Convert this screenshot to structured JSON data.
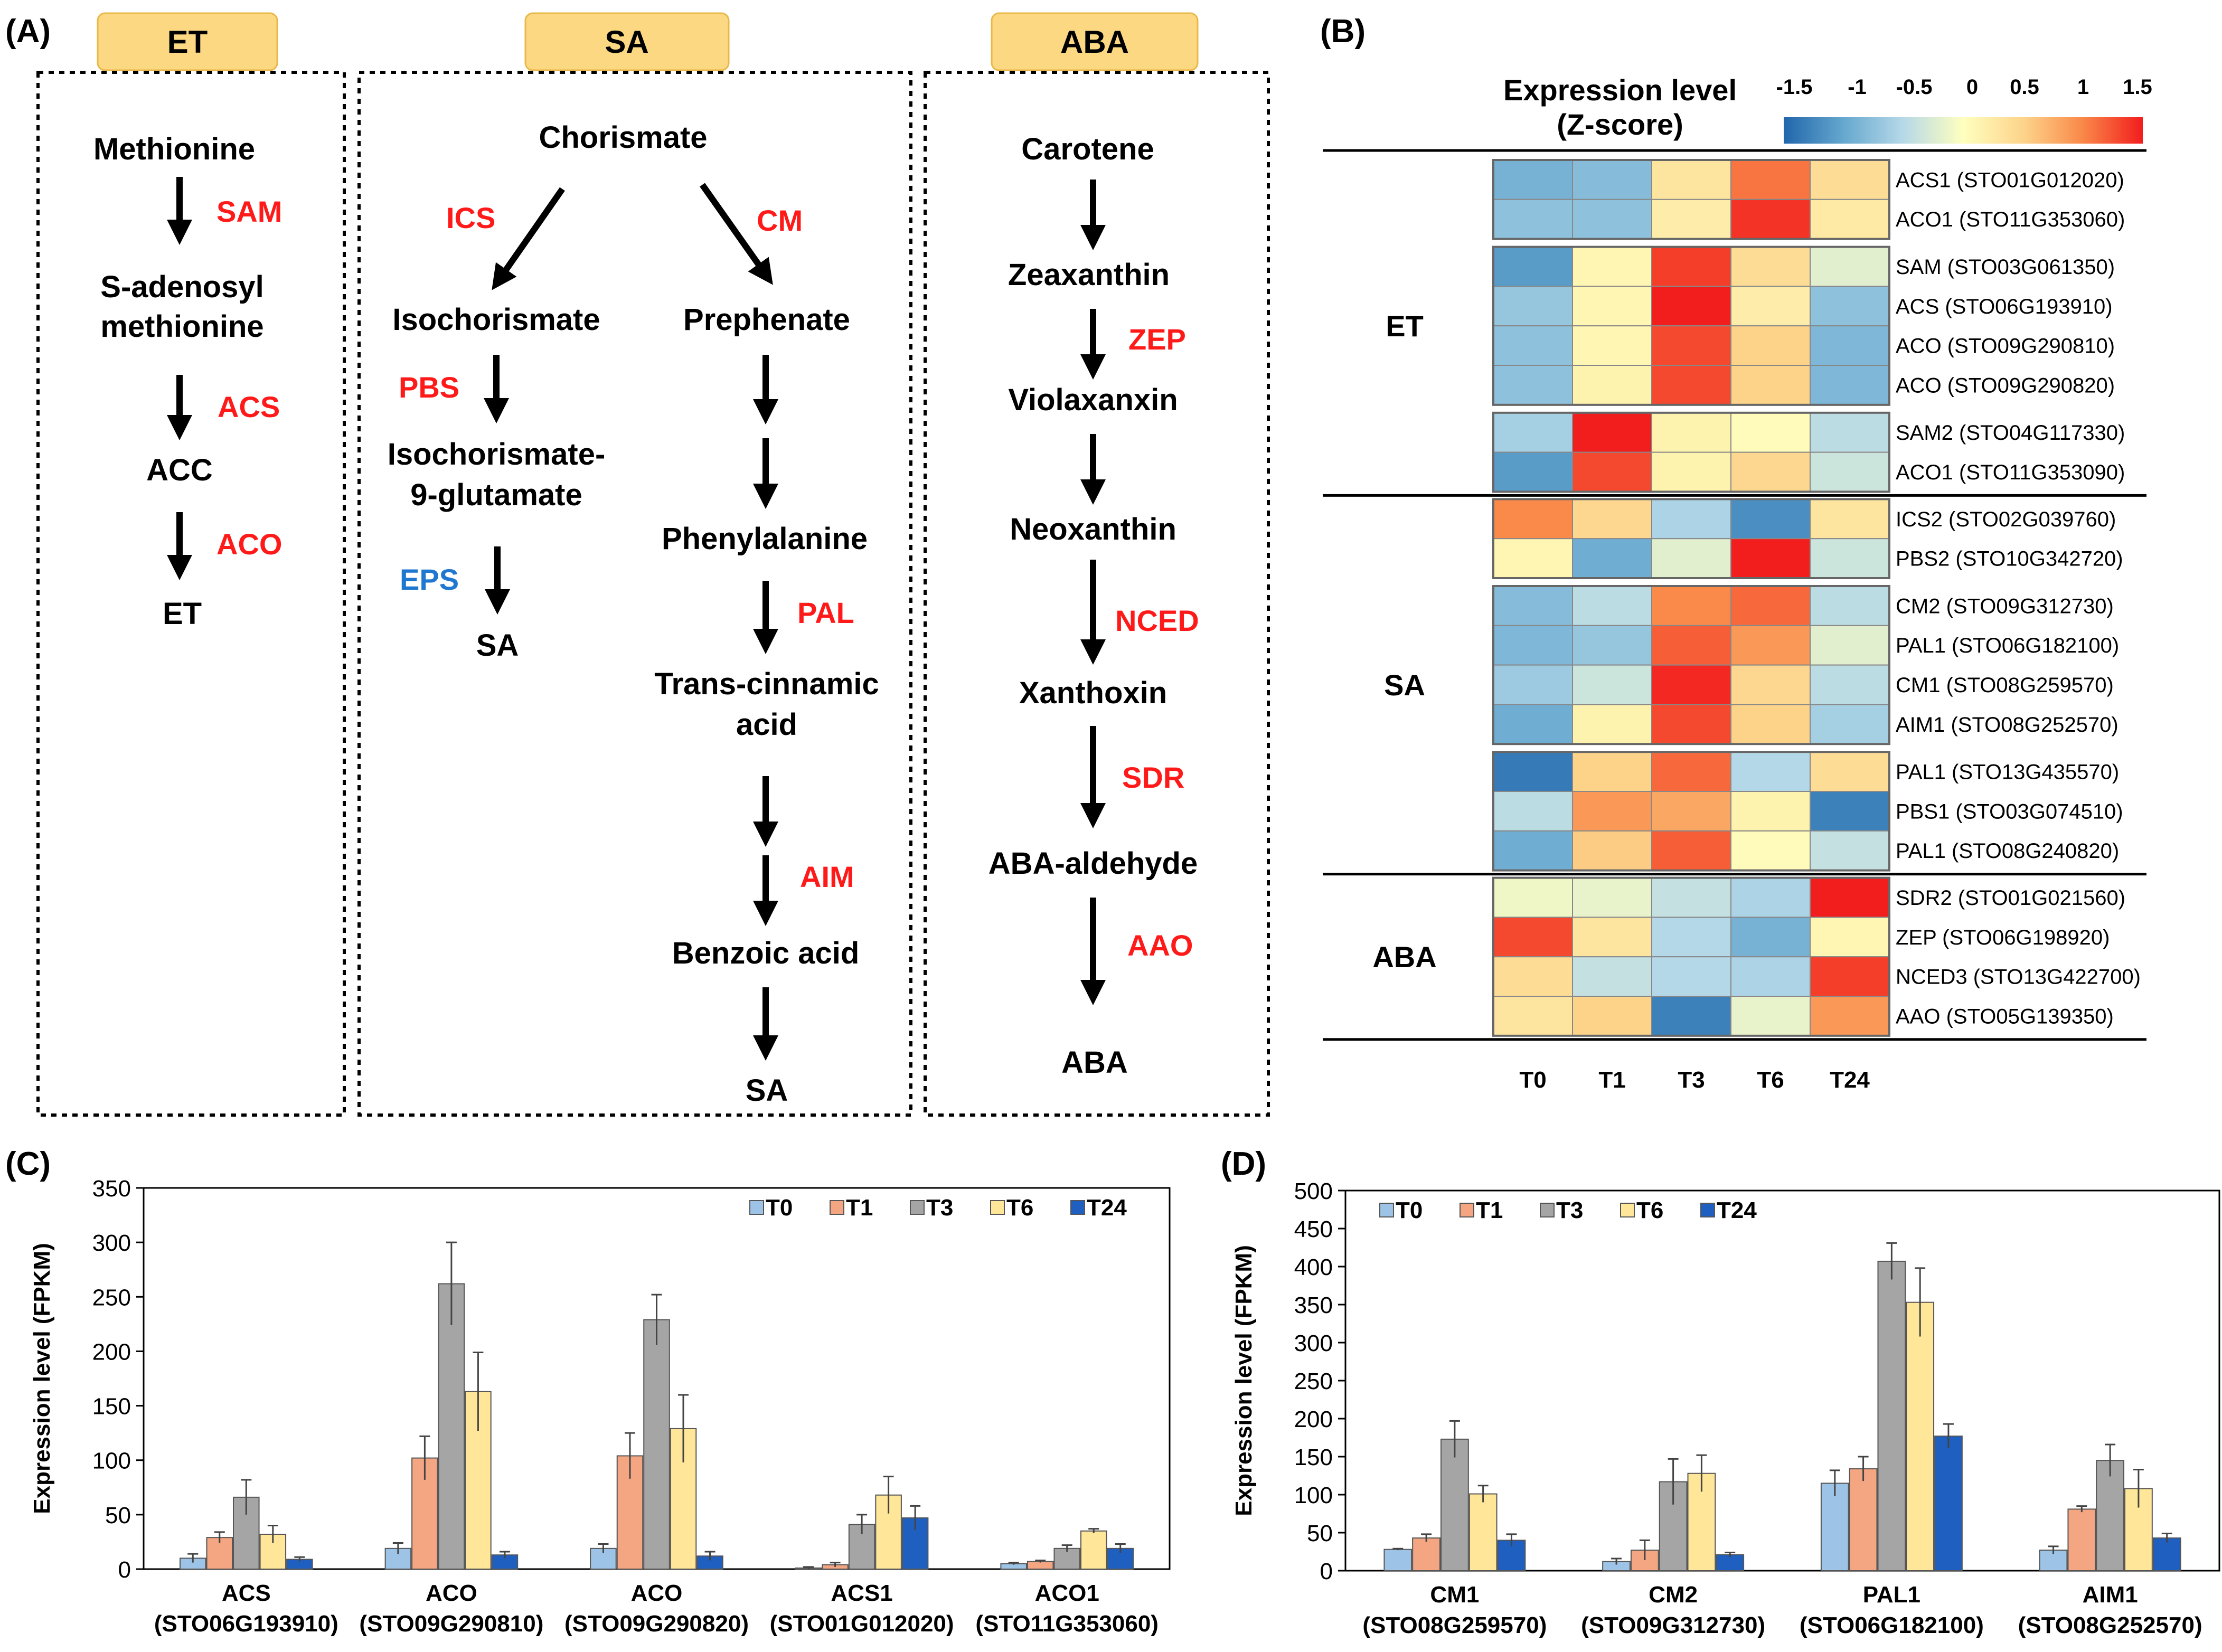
{
  "panel_labels": {
    "a": "(A)",
    "b": "(B)",
    "c": "(C)",
    "d": "(D)"
  },
  "colors": {
    "header_fill": "#FDD882",
    "enzyme_red": "#FF1A1A",
    "enzyme_blue": "#1F77D0",
    "T0": "#9DC3E6",
    "T1": "#F4A582",
    "T3": "#A5A5A5",
    "T6": "#FFE699",
    "T24": "#1F5FBF"
  },
  "pathway": {
    "et": {
      "header": "ET",
      "nodes": {
        "methionine": "Methionine",
        "sadenosyl_1": "S-adenosyl",
        "sadenosyl_2": "methionine",
        "acc": "ACC",
        "et": "ET"
      },
      "enzymes": {
        "sam": "SAM",
        "acs": "ACS",
        "aco": "ACO"
      }
    },
    "sa": {
      "header": "SA",
      "nodes": {
        "chorismate": "Chorismate",
        "isochorismate": "Isochorismate",
        "prephenate": "Prephenate",
        "isoglu_1": "Isochorismate-",
        "isoglu_2": "9-glutamate",
        "sa_left": "SA",
        "phenylalanine": "Phenylalanine",
        "transcin_1": "Trans-cinnamic",
        "transcin_2": "acid",
        "benzoic": "Benzoic acid",
        "sa_right": "SA"
      },
      "enzymes": {
        "ics": "ICS",
        "cm": "CM",
        "pbs": "PBS",
        "eps": "EPS",
        "pal": "PAL",
        "aim": "AIM"
      }
    },
    "aba": {
      "header": "ABA",
      "nodes": {
        "carotene": "Carotene",
        "zeaxanthin": "Zeaxanthin",
        "violaxanxin": "Violaxanxin",
        "neoxanthin": "Neoxanthin",
        "xanthoxin": "Xanthoxin",
        "aba_aldehyde": "ABA-aldehyde",
        "aba": "ABA"
      },
      "enzymes": {
        "zep": "ZEP",
        "nced": "NCED",
        "sdr": "SDR",
        "aao": "AAO"
      }
    }
  },
  "heatmap": {
    "legend_title_1": "Expression level",
    "legend_title_2": "(Z-score)",
    "legend_ticks": [
      "-1.5",
      "-1",
      "-0.5",
      "0",
      "0.5",
      "1",
      "1.5"
    ],
    "columns": [
      "T0",
      "T1",
      "T3",
      "T6",
      "T24"
    ],
    "groups": [
      {
        "label": "ET",
        "blocks": [
          [
            {
              "gene": "ACS1 (STO01G012020)",
              "z": [
                -0.9,
                -0.8,
                0.3,
                1.1,
                0.4
              ]
            },
            {
              "gene": "ACO1 (STO11G353060)",
              "z": [
                -0.75,
                -0.75,
                0.2,
                1.4,
                0.25
              ]
            }
          ],
          [
            {
              "gene": "SAM (STO03G061350)",
              "z": [
                -1.1,
                0.1,
                1.35,
                0.4,
                -0.2
              ]
            },
            {
              "gene": "ACS (STO06G193910)",
              "z": [
                -0.7,
                0.1,
                1.5,
                0.2,
                -0.75
              ]
            },
            {
              "gene": "ACO (STO09G290810)",
              "z": [
                -0.75,
                0.1,
                1.3,
                0.5,
                -0.85
              ]
            },
            {
              "gene": "ACO (STO09G290820)",
              "z": [
                -0.75,
                0.15,
                1.3,
                0.5,
                -0.85
              ]
            }
          ],
          [
            {
              "gene": "SAM2 (STO04G117330)",
              "z": [
                -0.6,
                1.5,
                0.15,
                0.05,
                -0.45
              ]
            },
            {
              "gene": "ACO1 (STO11G353090)",
              "z": [
                -1.1,
                1.3,
                0.15,
                0.45,
                -0.35
              ]
            }
          ]
        ]
      },
      {
        "label": "SA",
        "blocks": [
          [
            {
              "gene": "ICS2 (STO02G039760)",
              "z": [
                1.0,
                0.45,
                -0.55,
                -1.2,
                0.3
              ]
            },
            {
              "gene": "PBS2 (STO10G342720)",
              "z": [
                0.1,
                -0.95,
                -0.2,
                1.5,
                -0.35
              ]
            }
          ],
          [
            {
              "gene": "CM2 (STO09G312730)",
              "z": [
                -0.8,
                -0.45,
                1.0,
                1.15,
                -0.45
              ]
            },
            {
              "gene": "PAL1 (STO06G182100)",
              "z": [
                -0.85,
                -0.7,
                1.2,
                0.9,
                -0.2
              ]
            },
            {
              "gene": "CM1 (STO08G259570)",
              "z": [
                -0.65,
                -0.35,
                1.45,
                0.45,
                -0.45
              ]
            },
            {
              "gene": "AIM1 (STO08G252570)",
              "z": [
                -0.95,
                0.15,
                1.3,
                0.5,
                -0.6
              ]
            }
          ],
          [
            {
              "gene": "PAL1 (STO13G435570)",
              "z": [
                -1.35,
                0.5,
                1.15,
                -0.5,
                0.4
              ]
            },
            {
              "gene": "PBS1 (STO03G074510)",
              "z": [
                -0.45,
                0.9,
                0.8,
                0.15,
                -1.3
              ]
            },
            {
              "gene": "PAL1 (STO08G240820)",
              "z": [
                -0.95,
                0.55,
                1.2,
                0.05,
                -0.4
              ]
            }
          ]
        ]
      },
      {
        "label": "ABA",
        "blocks": [
          [
            {
              "gene": "SDR2 (STO01G021560)",
              "z": [
                -0.1,
                -0.15,
                -0.4,
                -0.55,
                1.5
              ]
            },
            {
              "gene": "ZEP (STO06G198920)",
              "z": [
                1.3,
                0.3,
                -0.5,
                -0.9,
                0.1
              ]
            },
            {
              "gene": "NCED3 (STO13G422700)",
              "z": [
                0.4,
                -0.4,
                -0.5,
                -0.55,
                1.35
              ]
            },
            {
              "gene": "AAO (STO05G139350)",
              "z": [
                0.3,
                0.5,
                -1.3,
                -0.15,
                0.9
              ]
            }
          ]
        ]
      }
    ]
  },
  "chart_data": [
    {
      "type": "bar",
      "ylabel": "Expression level (FPKM)",
      "ylim": [
        0,
        350
      ],
      "yticks": [
        "0",
        "50",
        "100",
        "150",
        "200",
        "250",
        "300",
        "350"
      ],
      "categories": [
        [
          "ACS",
          "(STO06G193910)"
        ],
        [
          "ACO",
          "(STO09G290810)"
        ],
        [
          "ACO",
          "(STO09G290820)"
        ],
        [
          "ACS1",
          "(STO01G012020)"
        ],
        [
          "ACO1",
          "(STO11G353060)"
        ]
      ],
      "series": [
        {
          "name": "T0",
          "values": [
            10,
            19,
            19,
            1,
            5
          ],
          "errors": [
            4,
            5,
            4,
            1,
            1
          ]
        },
        {
          "name": "T1",
          "values": [
            29,
            102,
            104,
            4,
            7
          ],
          "errors": [
            5,
            20,
            21,
            2,
            1
          ]
        },
        {
          "name": "T3",
          "values": [
            66,
            262,
            229,
            41,
            19
          ],
          "errors": [
            16,
            38,
            23,
            9,
            3
          ]
        },
        {
          "name": "T6",
          "values": [
            32,
            163,
            129,
            68,
            35
          ],
          "errors": [
            8,
            36,
            31,
            17,
            2
          ]
        },
        {
          "name": "T24",
          "values": [
            9,
            13,
            12,
            47,
            19
          ],
          "errors": [
            2,
            3,
            4,
            11,
            4
          ]
        }
      ],
      "legend": "top-right"
    },
    {
      "type": "bar",
      "ylabel": "Expression level (FPKM)",
      "ylim": [
        0,
        500
      ],
      "yticks": [
        "0",
        "50",
        "100",
        "150",
        "200",
        "250",
        "300",
        "350",
        "400",
        "450",
        "500"
      ],
      "categories": [
        [
          "CM1",
          "(STO08G259570)"
        ],
        [
          "CM2",
          "(STO09G312730)"
        ],
        [
          "PAL1",
          "(STO06G182100)"
        ],
        [
          "AIM1",
          "(STO08G252570)"
        ]
      ],
      "series": [
        {
          "name": "T0",
          "values": [
            28,
            12,
            115,
            27
          ],
          "errors": [
            1,
            4,
            17,
            5
          ]
        },
        {
          "name": "T1",
          "values": [
            43,
            27,
            134,
            81
          ],
          "errors": [
            5,
            13,
            16,
            4
          ]
        },
        {
          "name": "T3",
          "values": [
            173,
            117,
            407,
            145
          ],
          "errors": [
            24,
            30,
            24,
            21
          ]
        },
        {
          "name": "T6",
          "values": [
            101,
            128,
            353,
            108
          ],
          "errors": [
            11,
            24,
            45,
            25
          ]
        },
        {
          "name": "T24",
          "values": [
            40,
            21,
            177,
            43
          ],
          "errors": [
            8,
            3,
            16,
            6
          ]
        }
      ],
      "legend": "top-left"
    }
  ]
}
